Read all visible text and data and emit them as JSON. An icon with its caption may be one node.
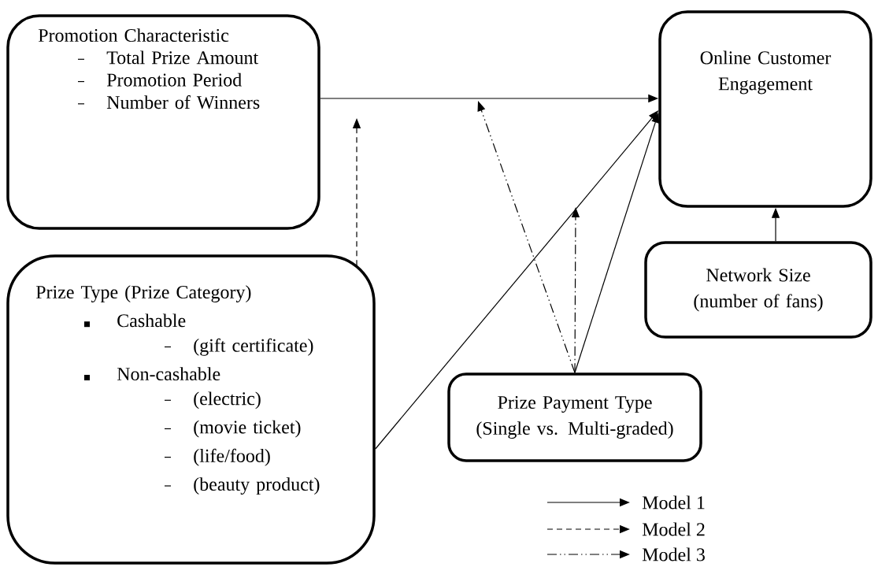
{
  "diagram": {
    "nodes": [
      {
        "text": [
          "Promotion Characteristic",
          "Total Prize Amount",
          "Promotion Period",
          "Number of Winners"
        ]
      },
      {
        "text": [
          "Online Customer Engagement"
        ]
      },
      {
        "text": [
          "Network Size (number of fans)"
        ]
      },
      {
        "text": [
          "Prize Type (Prize Category)",
          "Cashable",
          "(gift certificate)",
          "Non-cashable",
          "(electric)",
          "(movie ticket)",
          "(life/food)",
          "(beauty product)"
        ]
      },
      {
        "text": [
          "Prize Payment Type (Single vs. Multi-graded)"
        ]
      }
    ],
    "edges": [
      {
        "from": 0,
        "to": 1,
        "arrow": "to"
      },
      {
        "from": 3,
        "to": null,
        "arrow": "to",
        "style": "dashed"
      },
      {
        "from": 3,
        "to": 1,
        "arrow": "to"
      },
      {
        "from": 4,
        "to": null,
        "arrow": "to",
        "style": "dashed"
      },
      {
        "from": 4,
        "to": null,
        "arrow": "to",
        "style": "dashed"
      },
      {
        "from": 4,
        "to": 1,
        "arrow": "to"
      },
      {
        "from": 2,
        "to": 1,
        "arrow": "to"
      }
    ],
    "legend": [
      {
        "text": "Model 1"
      },
      {
        "text": "Model 2"
      },
      {
        "text": "Model 3"
      }
    ]
  }
}
